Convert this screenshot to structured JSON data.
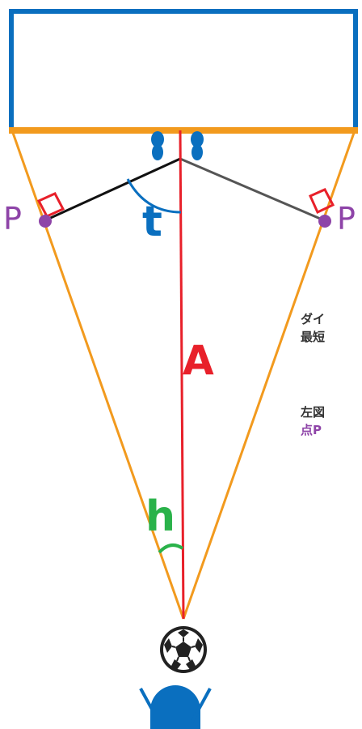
{
  "labels": {
    "p_left": "P",
    "p_right": "P",
    "angle_t": "t",
    "distance_a": "A",
    "angle_h": "h"
  },
  "side_text": {
    "line1": "ダイ",
    "line2": "最短",
    "line3": "左図",
    "line4": "点P"
  },
  "colors": {
    "goal_frame": "#0a6fbf",
    "goal_line": "#f29a1e",
    "sight_lines": "#f29a1e",
    "distance_line": "#e8202a",
    "right_angle_mark": "#e8202a",
    "point_p": "#8e44a8",
    "label_t": "#0a6fbf",
    "label_a": "#e8202a",
    "label_h": "#2ab24a",
    "keeper": "#0a6fbf",
    "player": "#0a6fbf",
    "ball": "#222222",
    "side_text": "#333333",
    "side_text_highlight": "#8e44a8"
  },
  "icons": {
    "goalkeeper": "goalkeeper-feet-icon",
    "ball": "soccer-ball-icon",
    "player": "player-icon"
  }
}
